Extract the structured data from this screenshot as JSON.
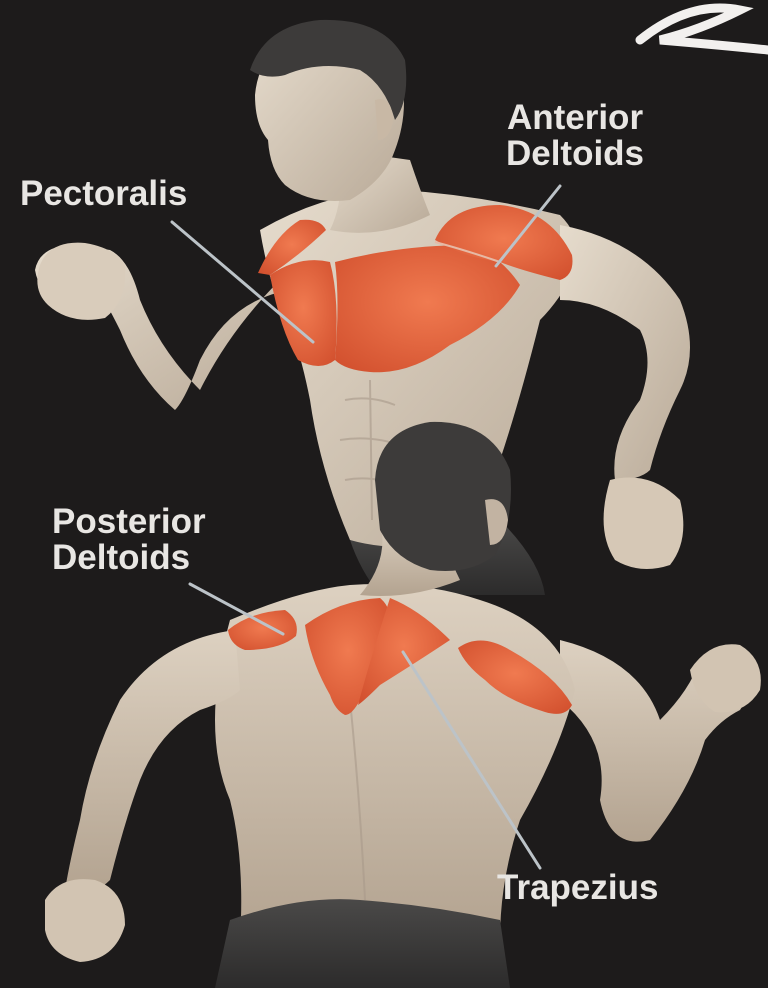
{
  "labels": {
    "pectoralis": "Pectoralis",
    "anterior_deltoids": [
      "Anterior",
      "Deltoids"
    ],
    "posterior_deltoids": [
      "Posterior",
      "Deltoids"
    ],
    "trapezius": "Trapezius"
  },
  "colors": {
    "background": "#1d1b1b",
    "skin": "#d8cbbb",
    "hair": "#3d3b3a",
    "muscle_highlight": "#e9673f",
    "leader_line": "#bcc3c8",
    "label_text": "#e8e6e3"
  }
}
